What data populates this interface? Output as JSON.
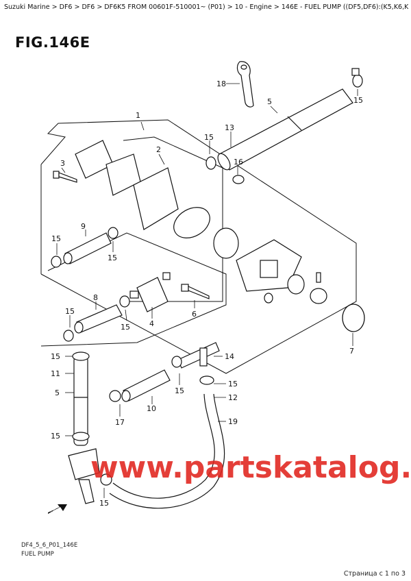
{
  "header": {
    "breadcrumb": "Suzuki Marine > DF6 > DF6 > DF6K5 FROM 00601F-510001~ (P01) > 10 - Engine > 146E - FUEL PUMP ((DF5,DF6):(K5,K6,K7,K8,K9,K10,011))"
  },
  "figure": {
    "title": "FIG.146E",
    "code": "DF4_5_6_P01_146E",
    "subtitle": "FUEL PUMP",
    "fwd_label": "FWD"
  },
  "callouts": {
    "c1": "1",
    "c2": "2",
    "c3": "3",
    "c4": "4",
    "c5a": "5",
    "c5b": "5",
    "c6": "6",
    "c7": "7",
    "c8": "8",
    "c9": "9",
    "c10": "10",
    "c11": "11",
    "c12": "12",
    "c13": "13",
    "c14": "14",
    "c15a": "15",
    "c15b": "15",
    "c15c": "15",
    "c15d": "15",
    "c15e": "15",
    "c15f": "15",
    "c15g": "15",
    "c15h": "15",
    "c15i": "15",
    "c15j": "15",
    "c15k": "15",
    "c16": "16",
    "c17": "17",
    "c18": "18",
    "c19": "19"
  },
  "watermark": "www.partskatalog.ru",
  "footer": {
    "pager": "Страница с 1 по 3"
  }
}
